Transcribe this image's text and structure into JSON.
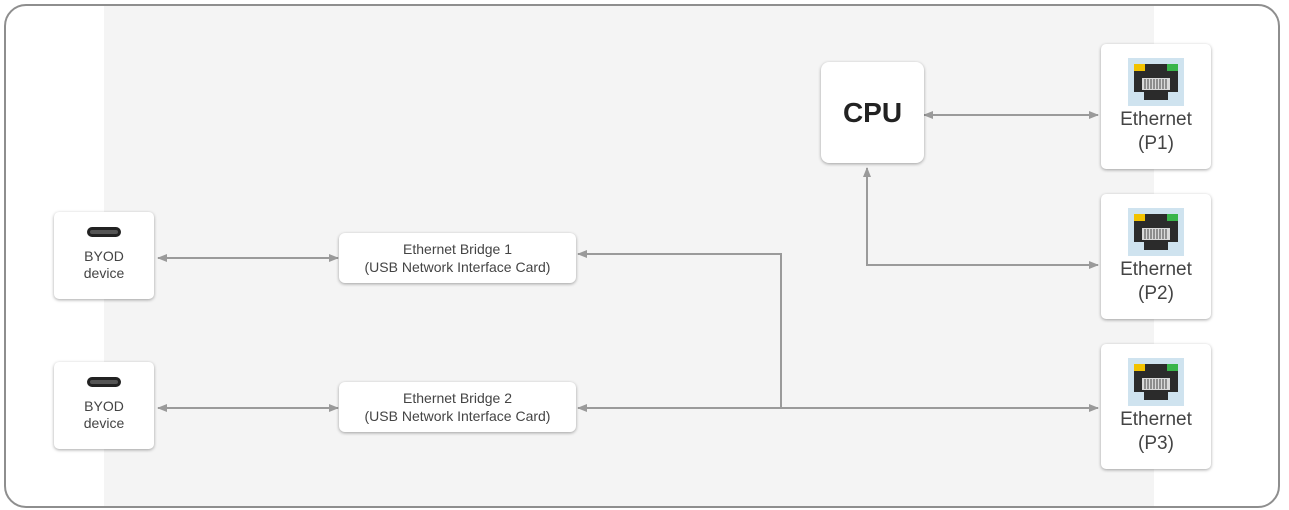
{
  "nodes": {
    "cpu": {
      "label": "CPU"
    },
    "byod_1": {
      "label_line1": "BYOD",
      "label_line2": "device",
      "icon": "usb-c-port-icon"
    },
    "byod_2": {
      "label_line1": "BYOD",
      "label_line2": "device",
      "icon": "usb-c-port-icon"
    },
    "bridge_1": {
      "label_line1": "Ethernet Bridge 1",
      "label_line2": "(USB Network Interface Card)"
    },
    "bridge_2": {
      "label_line1": "Ethernet Bridge 2",
      "label_line2": "(USB Network Interface Card)"
    },
    "eth_p1": {
      "label_line1": "Ethernet",
      "label_line2": "(P1)",
      "icon": "rj45-port-icon"
    },
    "eth_p2": {
      "label_line1": "Ethernet",
      "label_line2": "(P2)",
      "icon": "rj45-port-icon"
    },
    "eth_p3": {
      "label_line1": "Ethernet",
      "label_line2": "(P3)",
      "icon": "rj45-port-icon"
    }
  },
  "connections": [
    {
      "from": "cpu",
      "to": "eth_p1",
      "direction": "both"
    },
    {
      "from": "cpu",
      "to": "eth_p2",
      "direction": "both"
    },
    {
      "from": "byod_1",
      "to": "bridge_1",
      "direction": "both"
    },
    {
      "from": "byod_2",
      "to": "bridge_2",
      "direction": "both"
    },
    {
      "from": "bridge_1",
      "to": "eth_p3",
      "direction": "both"
    },
    {
      "from": "bridge_2",
      "to": "eth_p3",
      "direction": "both"
    }
  ],
  "colors": {
    "frame_border": "#8e8e8e",
    "panel_background": "#f4f4f4",
    "connector_line": "#9a9a9a",
    "led_yellow": "#f2c200",
    "led_green": "#39b54a"
  }
}
